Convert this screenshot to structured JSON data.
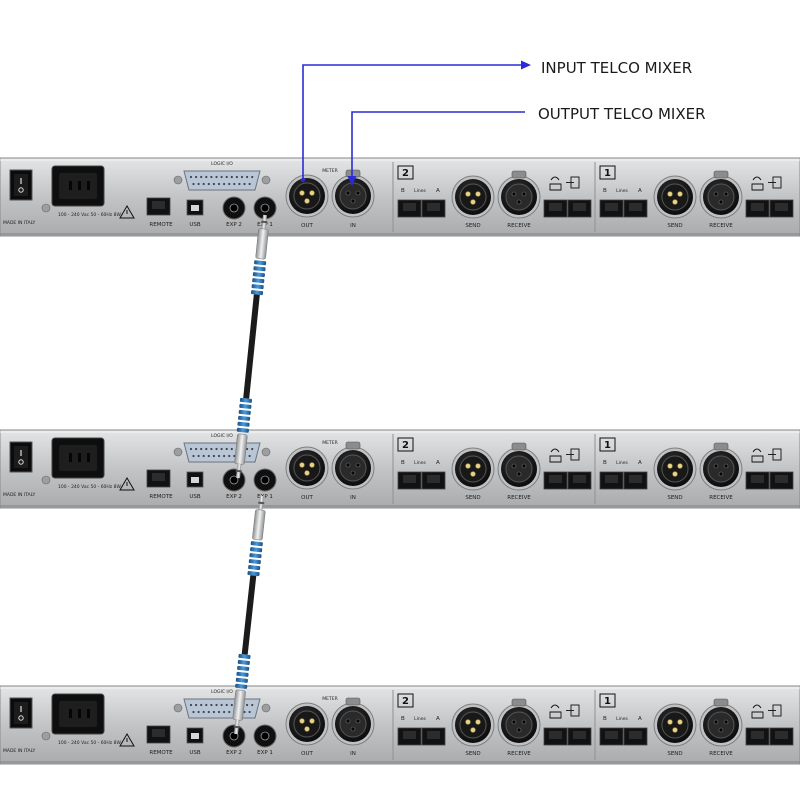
{
  "callouts": {
    "input_telco_mixer": "INPUT TELCO MIXER",
    "output_telco_mixer": "OUTPUT TELCO MIXER"
  },
  "panel": {
    "made_in": "MADE IN ITALY",
    "power_rating": "100 - 240 Vac 50 - 60Hz 8W",
    "remote": "REMOTE",
    "usb": "USB",
    "exp2": "EXP 2",
    "exp1": "EXP 1",
    "logic_io": "LOGIC I/O",
    "meter": "METER",
    "out": "OUT",
    "in": "IN",
    "line2_number": "2",
    "line1_number": "1",
    "lines_b": "B",
    "lines_word": "Lines",
    "lines_a": "A",
    "send": "SEND",
    "receive": "RECEIVE"
  },
  "units": [
    {
      "name": "unit-top"
    },
    {
      "name": "unit-middle"
    },
    {
      "name": "unit-bottom"
    }
  ],
  "colors": {
    "arrow": "#2b2bd6",
    "chassis": "#c9cbcd",
    "cable_blue": "#1f6fb5"
  }
}
